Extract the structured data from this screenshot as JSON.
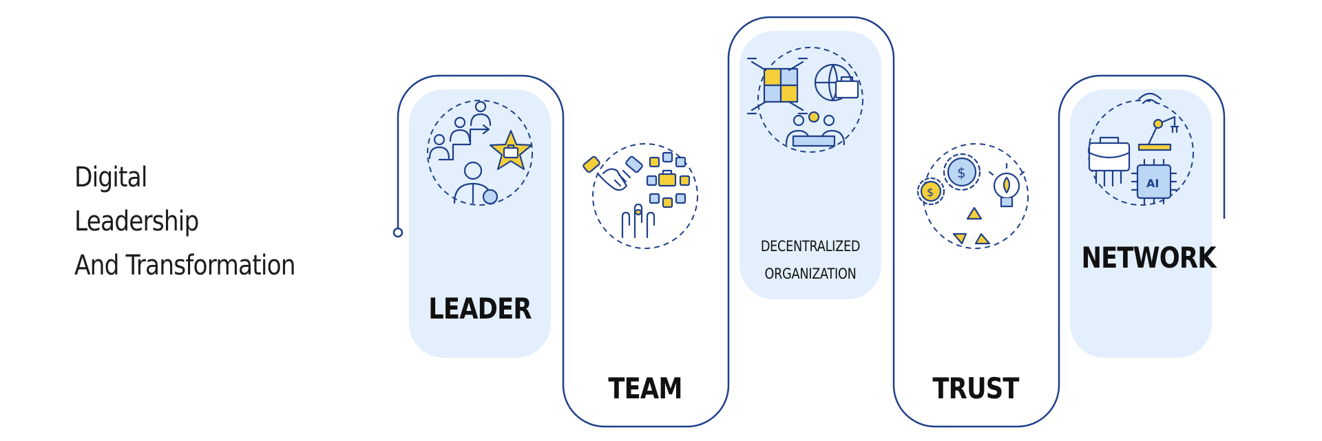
{
  "title": {
    "line1": "Digital",
    "line2": "Leadership",
    "line3": "And Transformation"
  },
  "steps": [
    {
      "label": "LEADER",
      "icon": "leader-career-ladder-icon"
    },
    {
      "label": "TEAM",
      "icon": "teamwork-handshake-icon"
    },
    {
      "label_line1": "DECENTRALIZED",
      "label_line2": "ORGANIZATION",
      "icon": "puzzle-global-business-icon"
    },
    {
      "label": "TRUST",
      "icon": "finance-recycle-idea-icon"
    },
    {
      "label": "NETWORK",
      "icon": "ai-chip-robot-arm-icon"
    }
  ],
  "colors": {
    "outline": "#1e3f8a",
    "panel": "#e3effc",
    "accent_yellow": "#f5cf3a",
    "accent_blue": "#bcd6f5"
  }
}
